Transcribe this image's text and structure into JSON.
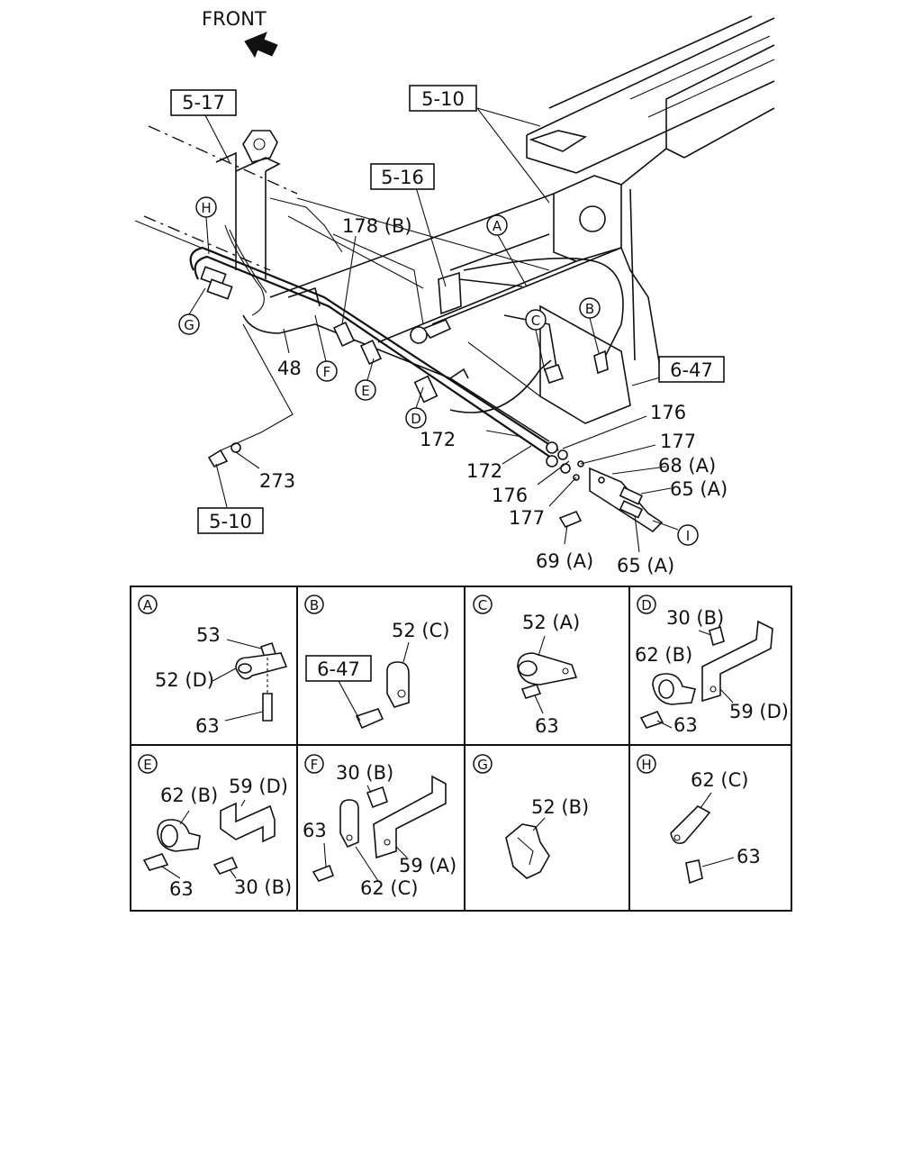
{
  "main": {
    "front": "FRONT",
    "refs": {
      "r517": "5-17",
      "r510_top": "5-10",
      "r516": "5-16",
      "r647_main": "6-47",
      "r510_bottom": "5-10"
    },
    "labels": {
      "l178b": "178 (B)",
      "l48": "48",
      "l273": "273",
      "l172a": "172",
      "l172b": "172",
      "l176a": "176",
      "l177a": "177",
      "l68a": "68 (A)",
      "l176b": "176",
      "l65a1": "65 (A)",
      "l177b": "177",
      "l69a": "69 (A)",
      "l65a2": "65 (A)"
    },
    "callouts": {
      "H": "H",
      "G": "G",
      "F": "F",
      "E": "E",
      "D": "D",
      "A": "A",
      "C": "C",
      "B": "B",
      "I": "I"
    }
  },
  "details": {
    "A": {
      "letter": "A",
      "l1": "53",
      "l2": "52 (D)",
      "l3": "63"
    },
    "B": {
      "letter": "B",
      "l1": "52 (C)",
      "ref": "6-47"
    },
    "C": {
      "letter": "C",
      "l1": "52 (A)",
      "l2": "63"
    },
    "D": {
      "letter": "D",
      "l1": "30 (B)",
      "l2": "62 (B)",
      "l3": "59 (D)",
      "l4": "63"
    },
    "E": {
      "letter": "E",
      "l1": "62 (B)",
      "l2": "59 (D)",
      "l3": "63",
      "l4": "30 (B)"
    },
    "F": {
      "letter": "F",
      "l1": "30 (B)",
      "l2": "63",
      "l3": "59 (A)",
      "l4": "62 (C)"
    },
    "G": {
      "letter": "G",
      "l1": "52 (B)"
    },
    "H": {
      "letter": "H",
      "l1": "62 (C)",
      "l2": "63"
    }
  }
}
